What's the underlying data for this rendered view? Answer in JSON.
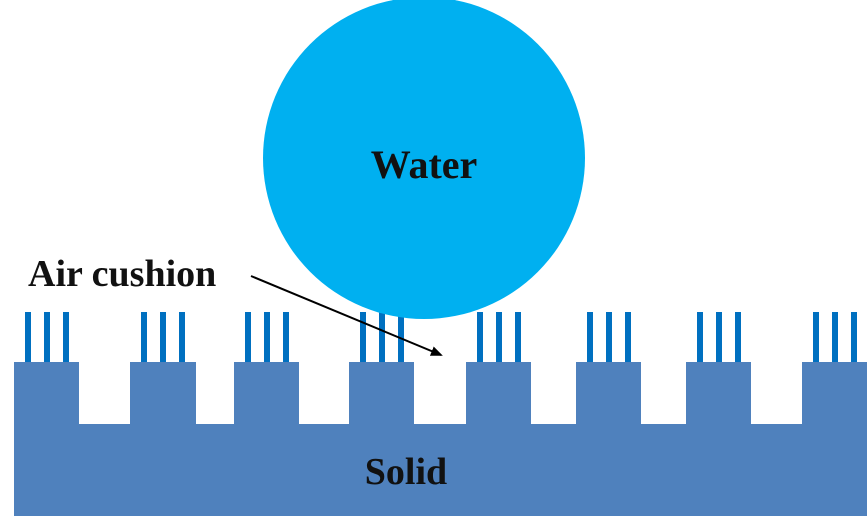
{
  "diagram": {
    "water_label": "Water",
    "air_label": "Air cushion",
    "solid_label": "Solid"
  },
  "colors": {
    "water": "#00B0F0",
    "solid": "#4F81BD",
    "nanostructure": "#0070C0",
    "text": "#111111",
    "arrow": "#000000"
  },
  "icons": {
    "arrow": "arrow-icon"
  }
}
